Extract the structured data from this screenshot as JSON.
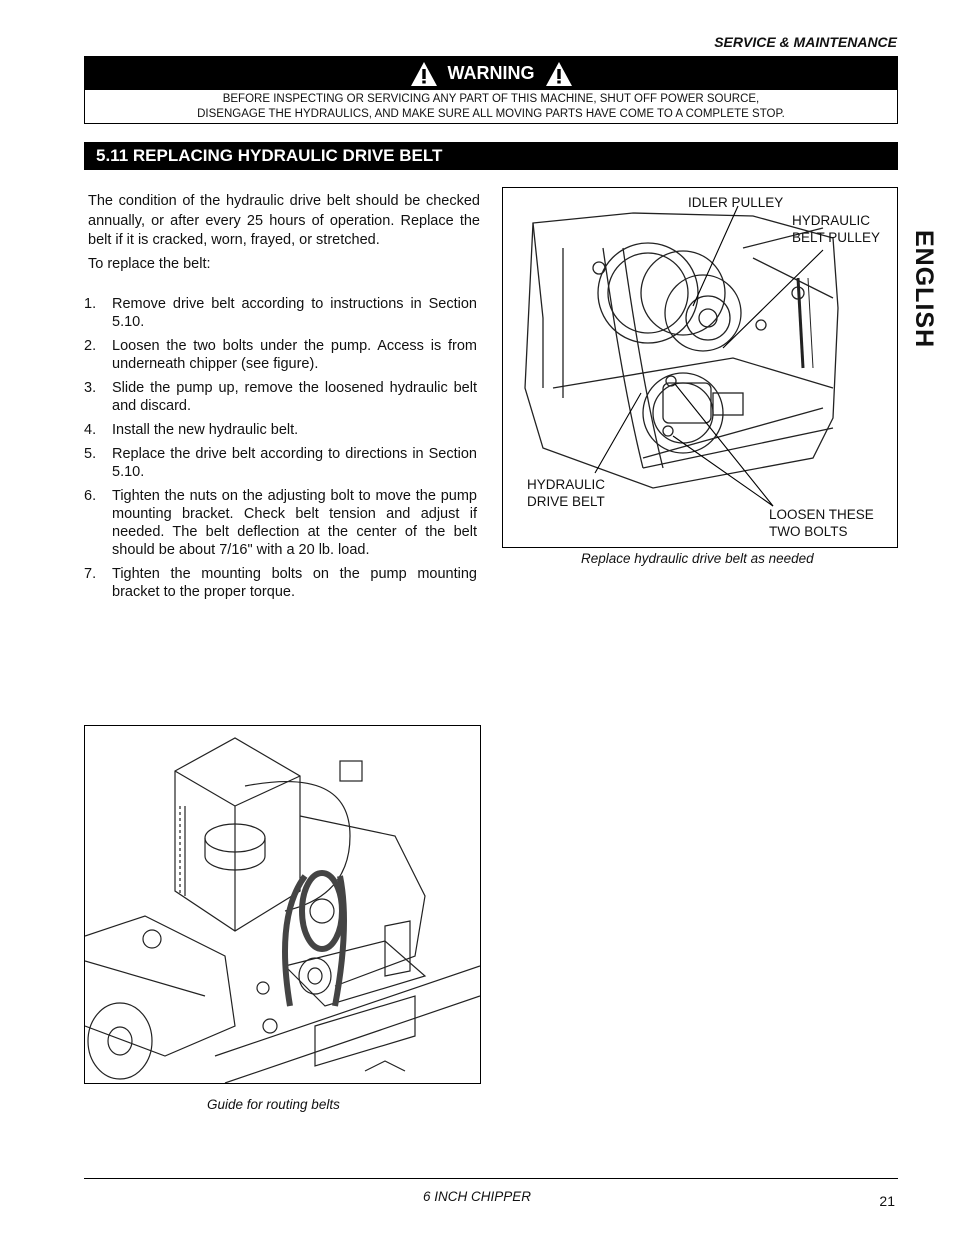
{
  "header": {
    "title": "SERVICE & MAINTENANCE"
  },
  "warning": {
    "label": "WARNING",
    "line1": "BEFORE INSPECTING OR SERVICING ANY PART OF THIS MACHINE, SHUT OFF POWER SOURCE,",
    "line2": "DISENGAGE THE HYDRAULICS, AND MAKE SURE ALL MOVING PARTS HAVE COME TO A COMPLETE STOP."
  },
  "section": {
    "title": "5.11   REPLACING HYDRAULIC DRIVE BELT"
  },
  "body": {
    "intro": "The condition of the hydraulic drive belt should be checked annually, or after every 25 hours of operation. Replace the belt if it is cracked, worn, frayed, or stretched.",
    "to_replace": "To replace the belt:",
    "steps": [
      {
        "num": "1.",
        "text": "Remove drive belt according to instructions in Section 5.10."
      },
      {
        "num": "2.",
        "text": "Loosen the two bolts under the pump. Access is from underneath chipper (see figure)."
      },
      {
        "num": "3.",
        "text": "Slide the pump up, remove the loosened hydraulic belt and discard."
      },
      {
        "num": "4.",
        "text": "Install the new hydraulic belt."
      },
      {
        "num": "5.",
        "text": "Replace the drive belt according to directions in Section 5.10."
      },
      {
        "num": "6.",
        "text": "Tighten the nuts on the adjusting bolt to move the pump mounting bracket.  Check belt tension and adjust if needed. The belt deflection at the center of the belt should be about 7/16\" with a 20 lb. load."
      },
      {
        "num": "7.",
        "text": "Tighten the mounting bolts on the pump mounting bracket to the proper torque."
      }
    ]
  },
  "figure1": {
    "labels": {
      "idler": "IDLER PULLEY",
      "hyd_pulley_1": "HYDRAULIC",
      "hyd_pulley_2": "BELT PULLEY",
      "drive_belt_1": "HYDRAULIC",
      "drive_belt_2": "DRIVE BELT",
      "bolts_1": "LOOSEN THESE",
      "bolts_2": "TWO BOLTS"
    },
    "caption": "Replace hydraulic drive belt as needed"
  },
  "figure2": {
    "caption": "Guide for routing belts"
  },
  "side_tab": "ENGLISH",
  "footer": {
    "title": "6 INCH CHIPPER",
    "page": "21"
  }
}
